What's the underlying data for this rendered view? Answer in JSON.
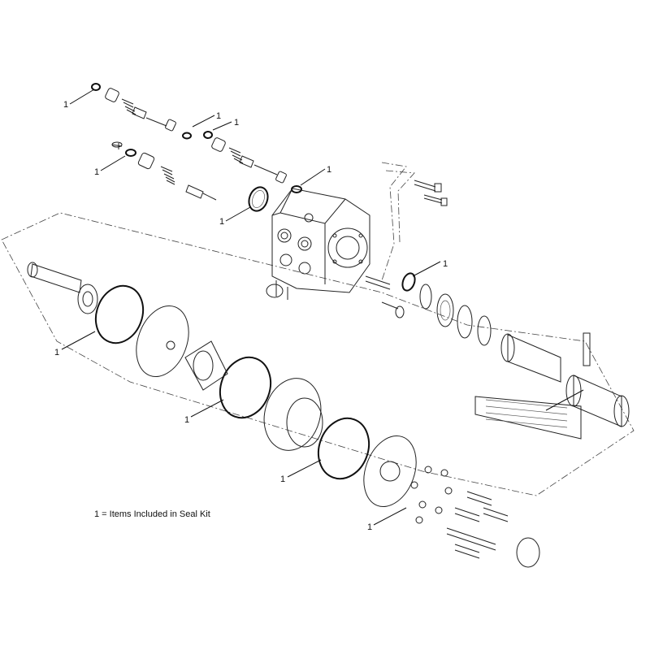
{
  "legend": {
    "text": "1 = Items Included in Seal Kit"
  },
  "callout_label": "1",
  "callouts": [
    {
      "id": "c1"
    },
    {
      "id": "c2"
    },
    {
      "id": "c3"
    },
    {
      "id": "c4"
    },
    {
      "id": "c5"
    },
    {
      "id": "c6"
    },
    {
      "id": "c7"
    },
    {
      "id": "c8"
    },
    {
      "id": "c9"
    },
    {
      "id": "c10"
    },
    {
      "id": "c11"
    },
    {
      "id": "c12"
    }
  ]
}
